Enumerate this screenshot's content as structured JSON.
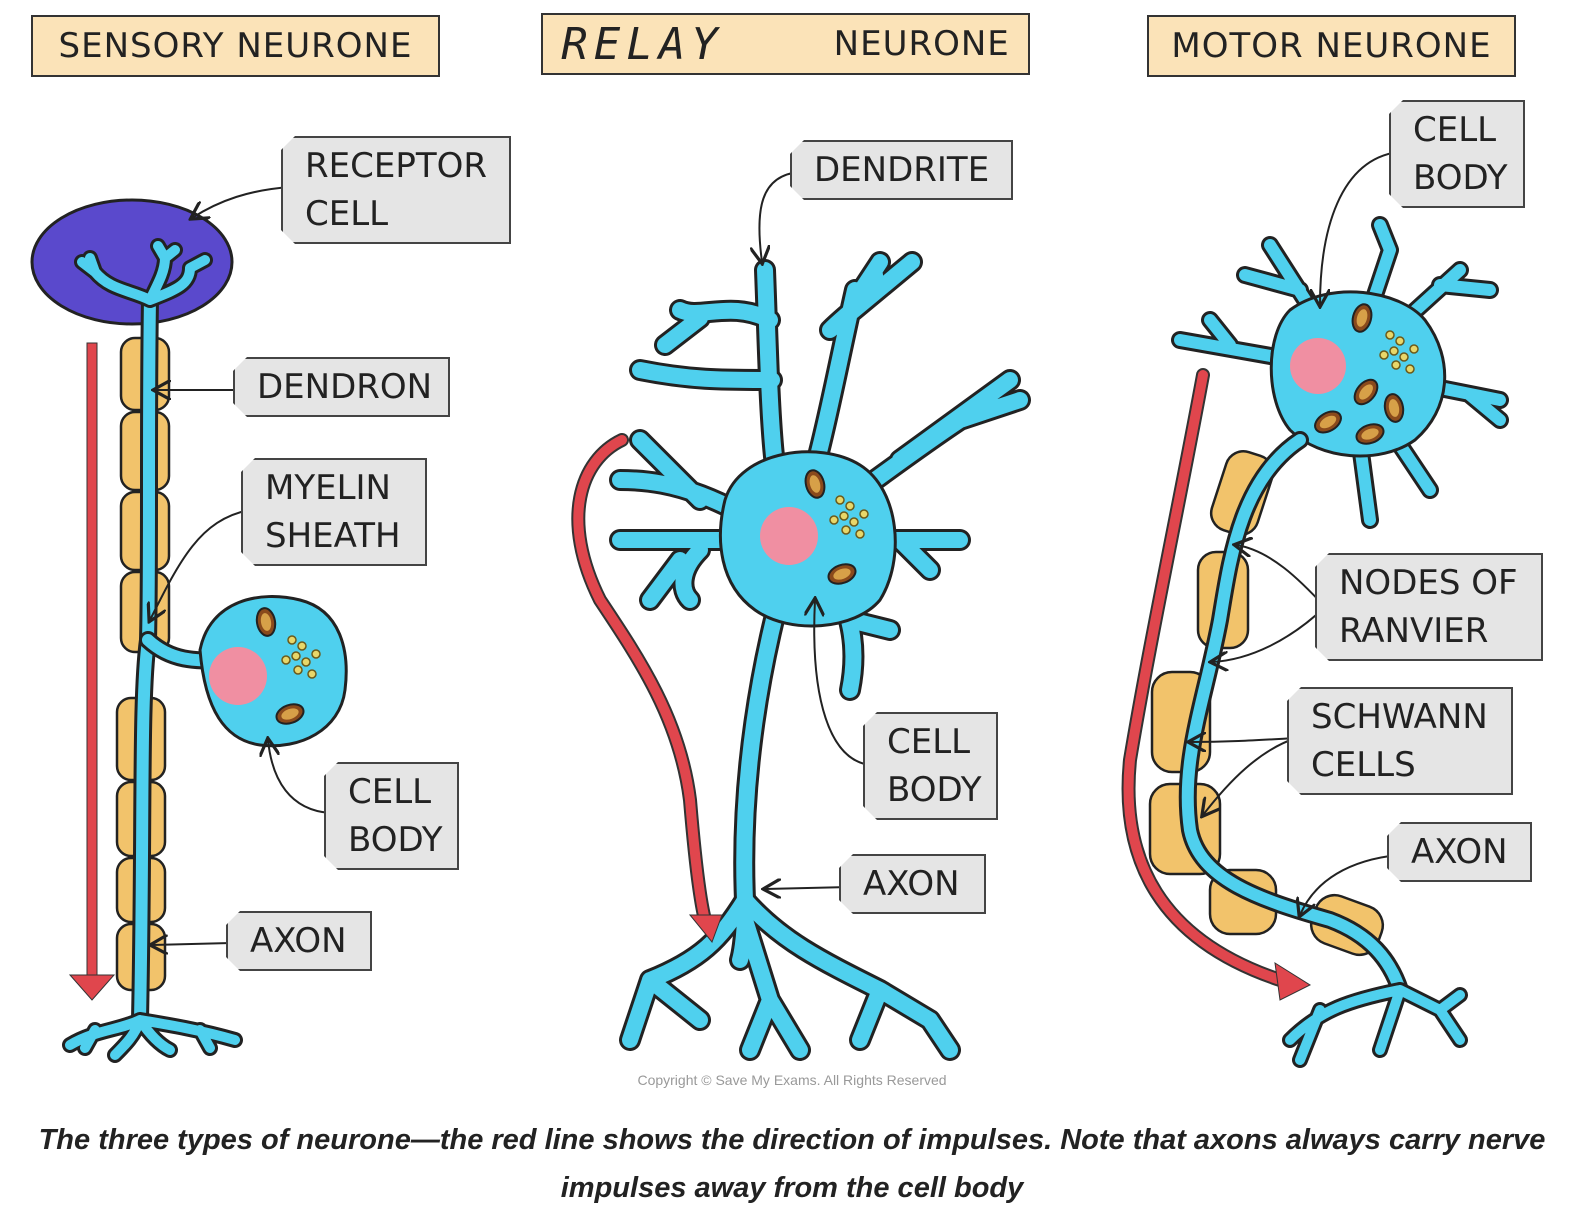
{
  "titles": {
    "sensory": "SENSORY NEURONE",
    "relay_word": "RELAY",
    "relay_suffix": "NEURONE",
    "motor": "MOTOR NEURONE"
  },
  "sensory_labels": {
    "receptor_cell": "RECEPTOR\nCELL",
    "dendron": "DENDRON",
    "myelin_sheath": "MYELIN\nSHEATH",
    "cell_body": "CELL\nBODY",
    "axon": "AXON"
  },
  "relay_labels": {
    "dendrite": "DENDRITE",
    "cell_body": "CELL\nBODY",
    "axon": "AXON"
  },
  "motor_labels": {
    "cell_body": "CELL\nBODY",
    "nodes_of_ranvier": "NODES OF\nRANVIER",
    "schwann_cells": "SCHWANN\nCELLS",
    "axon": "AXON"
  },
  "copyright": "Copyright © Save My Exams. All Rights Reserved",
  "caption": "The three types of neurone—the red line shows the direction of impulses. Note that axons always carry nerve impulses away from the cell body",
  "colors": {
    "neuron": "#4fd0ee",
    "myelin": "#f2c36b",
    "nucleus": "#f08fa2",
    "receptor": "#5a49cc",
    "arrow": "#e0464d",
    "title_fill": "#fbe3b8",
    "tag_fill": "#e5e5e5"
  }
}
